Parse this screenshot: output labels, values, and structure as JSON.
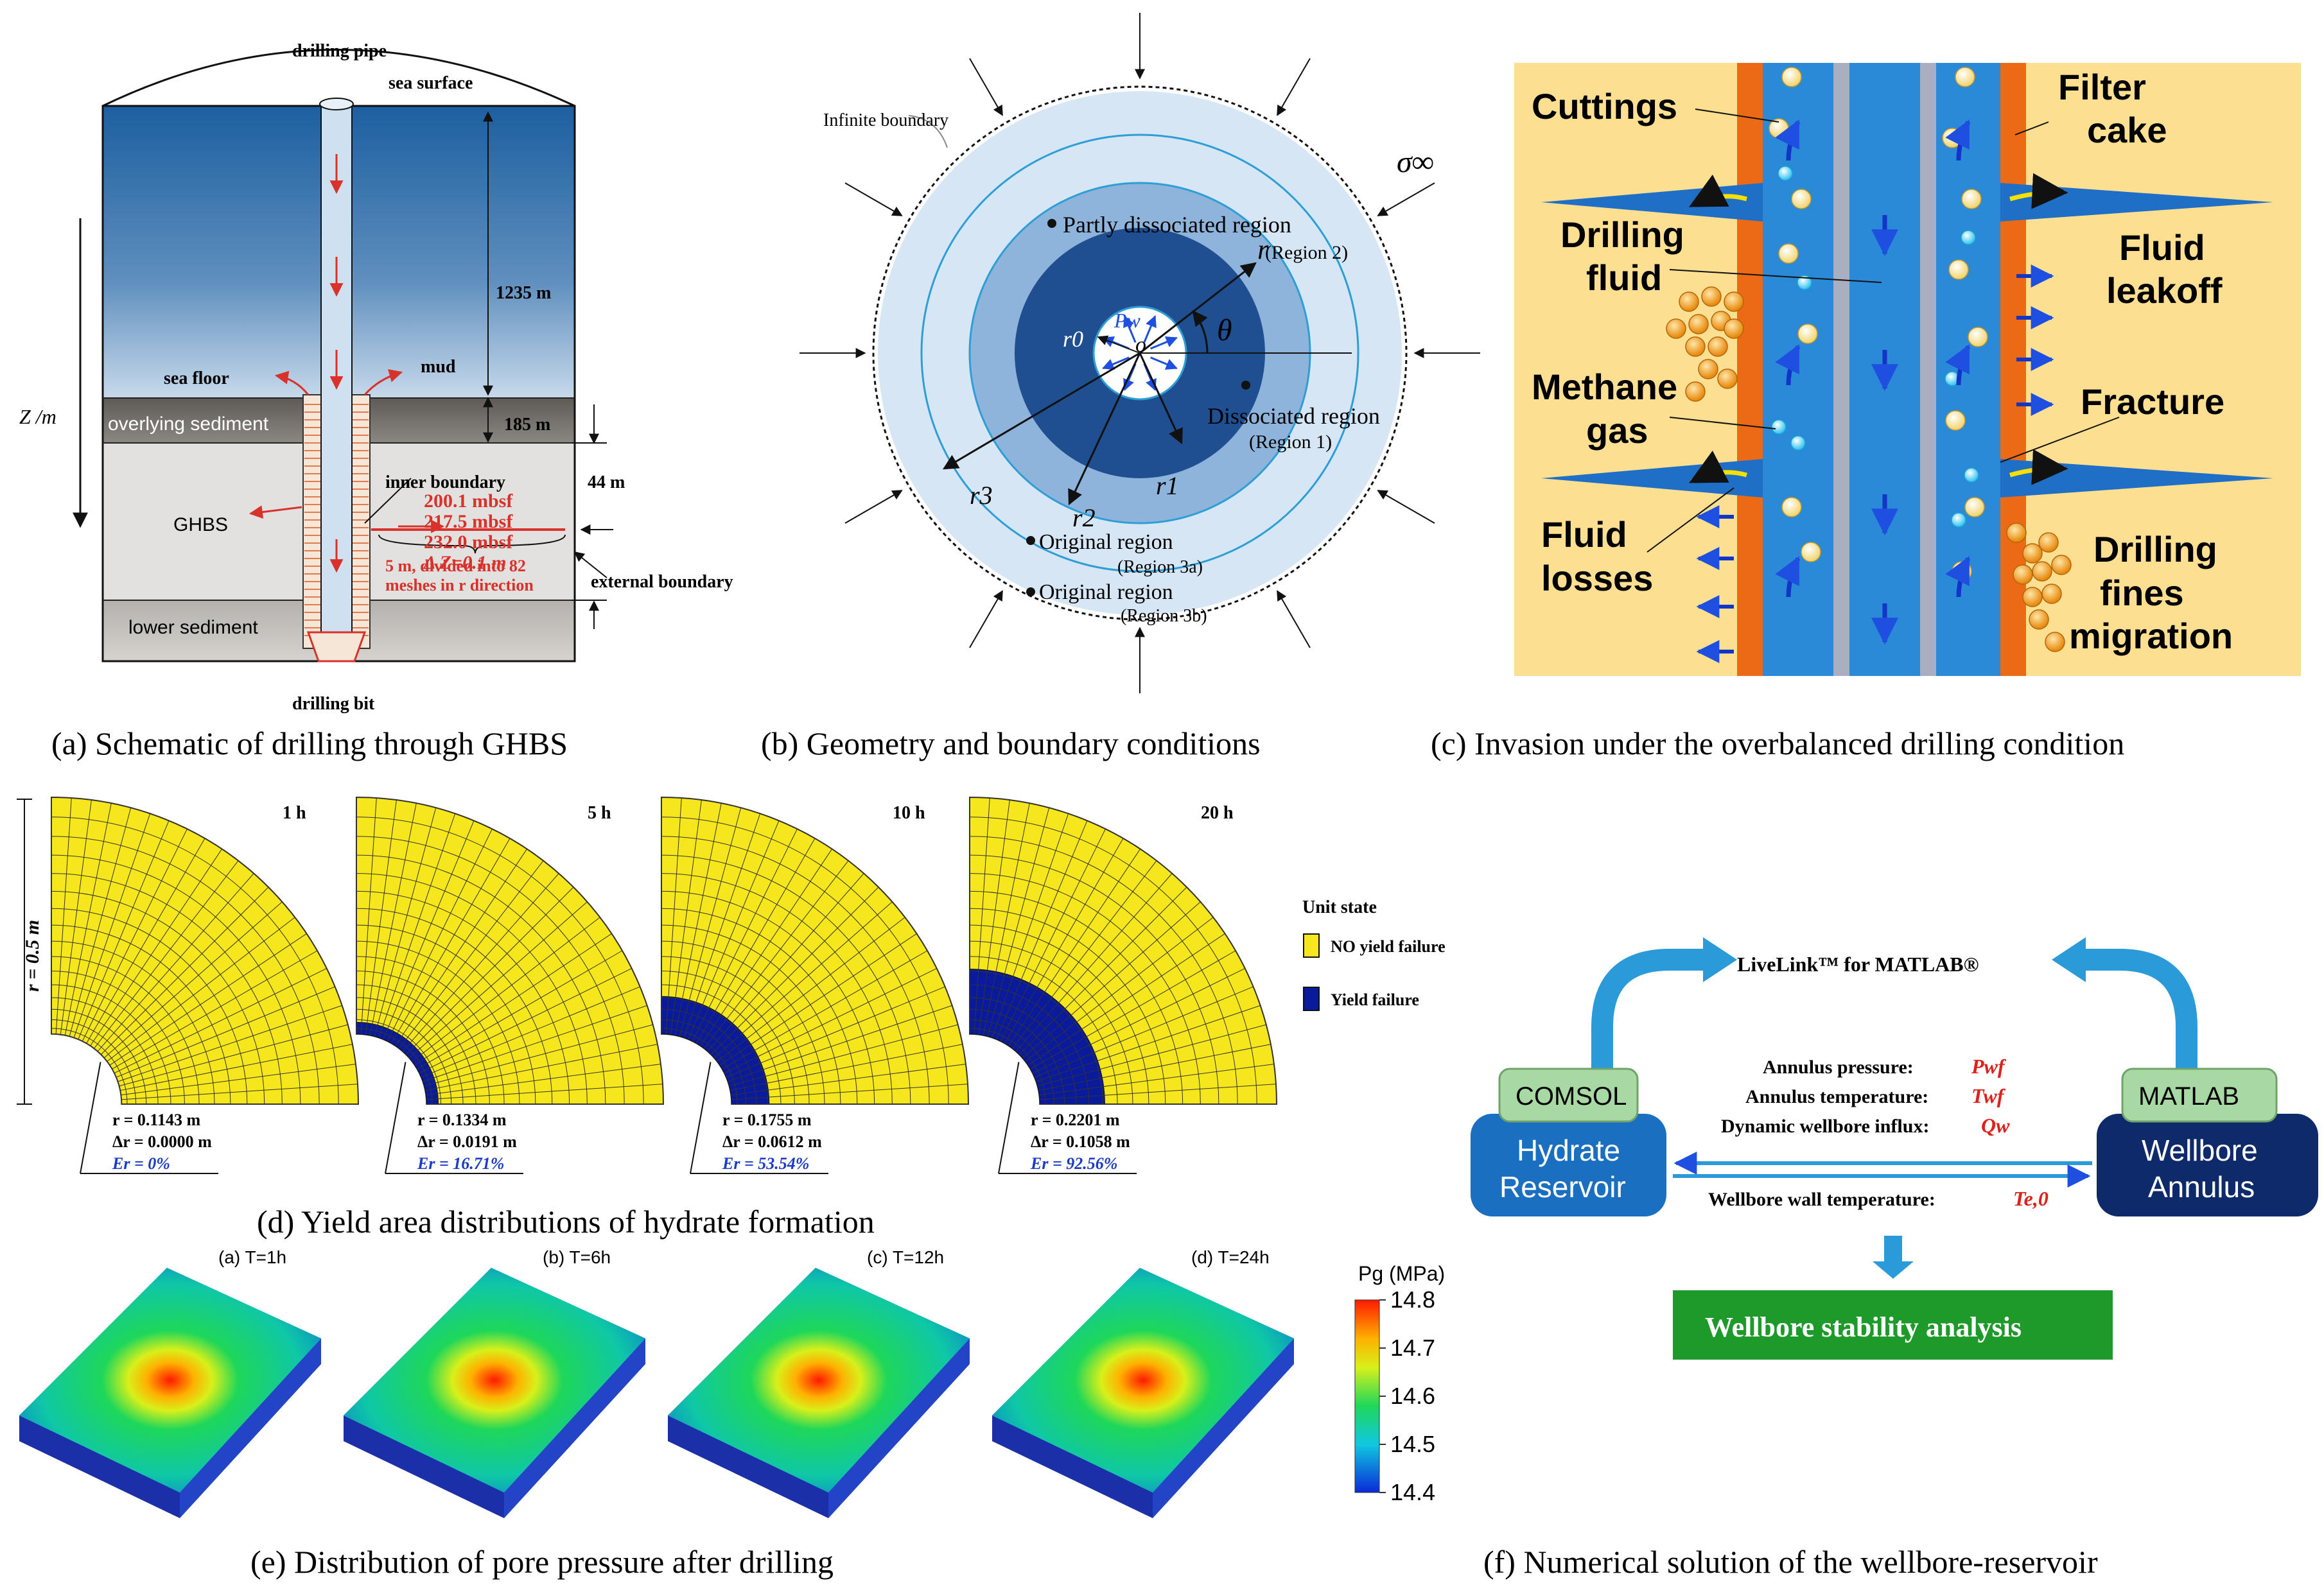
{
  "captions": {
    "a": "(a) Schematic of drilling through GHBS",
    "b": "(b) Geometry and boundary conditions",
    "c": "(c) Invasion under the overbalanced drilling condition",
    "d": "(d) Yield area distributions of hydrate formation",
    "e": "(e) Distribution of pore pressure after drilling",
    "f": "(f) Numerical solution of  the wellbore-reservoir"
  },
  "panel_a": {
    "drilling_pipe": "drilling pipe",
    "sea_surface": "sea surface",
    "depth_1235": "1235 m",
    "sea_floor": "sea floor",
    "mud": "mud",
    "z_axis": "Z /m",
    "overlying": "overlying sediment",
    "depth_185": "185 m",
    "inner_boundary": "inner boundary",
    "depth_44": "44 m",
    "mbsf_1": "200.1 mbsf",
    "mbsf_2": "217.5 mbsf",
    "mbsf_3": "232.0 mbsf",
    "dz": "Δ Z=0.1 m",
    "ghbs": "GHBS",
    "mesh_1": "5 m, divided into 82",
    "mesh_2": "meshes in r direction",
    "external_boundary": "external boundary",
    "lower": "lower sediment",
    "drilling_bit": "drilling bit"
  },
  "panel_b": {
    "infinite_boundary": "Infinite boundary",
    "sigma": "σ∞",
    "partly": "Partly dissociated region",
    "region2": "(Region 2)",
    "r": "r",
    "theta": "θ",
    "o": "o",
    "r0": "r0",
    "pw": "Pw",
    "dissociated": "Dissociated region",
    "region1": "(Region 1)",
    "r1": "r1",
    "r2": "r2",
    "r3": "r3",
    "original_a": "Original region",
    "region3a": "(Region 3a)",
    "original_b": "Original region",
    "region3b": "(Region 3b)"
  },
  "panel_c": {
    "cuttings": "Cuttings",
    "filter_1": "Filter",
    "filter_2": "cake",
    "drilling_1": "Drilling",
    "drilling_2": "fluid",
    "leakoff_1": "Fluid",
    "leakoff_2": "leakoff",
    "methane_1": "Methane",
    "methane_2": "gas",
    "fracture": "Fracture",
    "losses_1": "Fluid",
    "losses_2": "losses",
    "fines_1": "Drilling",
    "fines_2": "fines",
    "fines_3": "migration"
  },
  "panel_d": {
    "radius_label": "r = 0.5 m",
    "legend_title": "Unit state",
    "legend_no": "NO yield failure",
    "legend_yes": "Yield failure",
    "colors": {
      "no_yield": "#F5E71C",
      "yield": "#0A1A9C"
    },
    "panels": [
      {
        "time": "1 h",
        "r": "r = 0.1143 m",
        "dr": "Δr = 0.0000 m",
        "er": "Er = 0%",
        "yield_fraction": 0.0
      },
      {
        "time": "5 h",
        "r": "r = 0.1334 m",
        "dr": "Δr = 0.0191 m",
        "er": "Er = 16.71%",
        "yield_fraction": 0.0191
      },
      {
        "time": "10 h",
        "r": "r = 0.1755 m",
        "dr": "Δr = 0.0612 m",
        "er": "Er = 53.54%",
        "yield_fraction": 0.0612
      },
      {
        "time": "20 h",
        "r": "r = 0.2201 m",
        "dr": "Δr = 0.1058 m",
        "er": "Er = 92.56%",
        "yield_fraction": 0.1058
      }
    ]
  },
  "panel_e": {
    "times": [
      "(a) T=1h",
      "(b) T=6h",
      "(c) T=12h",
      "(d) T=24h"
    ],
    "colorbar_title": "Pg (MPa)",
    "ticks": [
      "14.8",
      "14.7",
      "14.6",
      "14.5",
      "14.4"
    ]
  },
  "panel_f": {
    "livelink": "LiveLink™ for MATLAB®",
    "comsol": "COMSOL",
    "hydrate_1": "Hydrate",
    "hydrate_2": "Reservoir",
    "matlab": "MATLAB",
    "wellbore_1": "Wellbore",
    "wellbore_2": "Annulus",
    "ann_pressure": "Annulus pressure:",
    "ann_pressure_sym": "Pwf",
    "ann_temp": "Annulus temperature:",
    "ann_temp_sym": "Twf",
    "influx": "Dynamic wellbore influx:",
    "influx_sym": "Qw",
    "wall_temp": "Wellbore wall temperature:",
    "wall_temp_sym": "Te,0",
    "stability": "Wellbore stability analysis"
  }
}
